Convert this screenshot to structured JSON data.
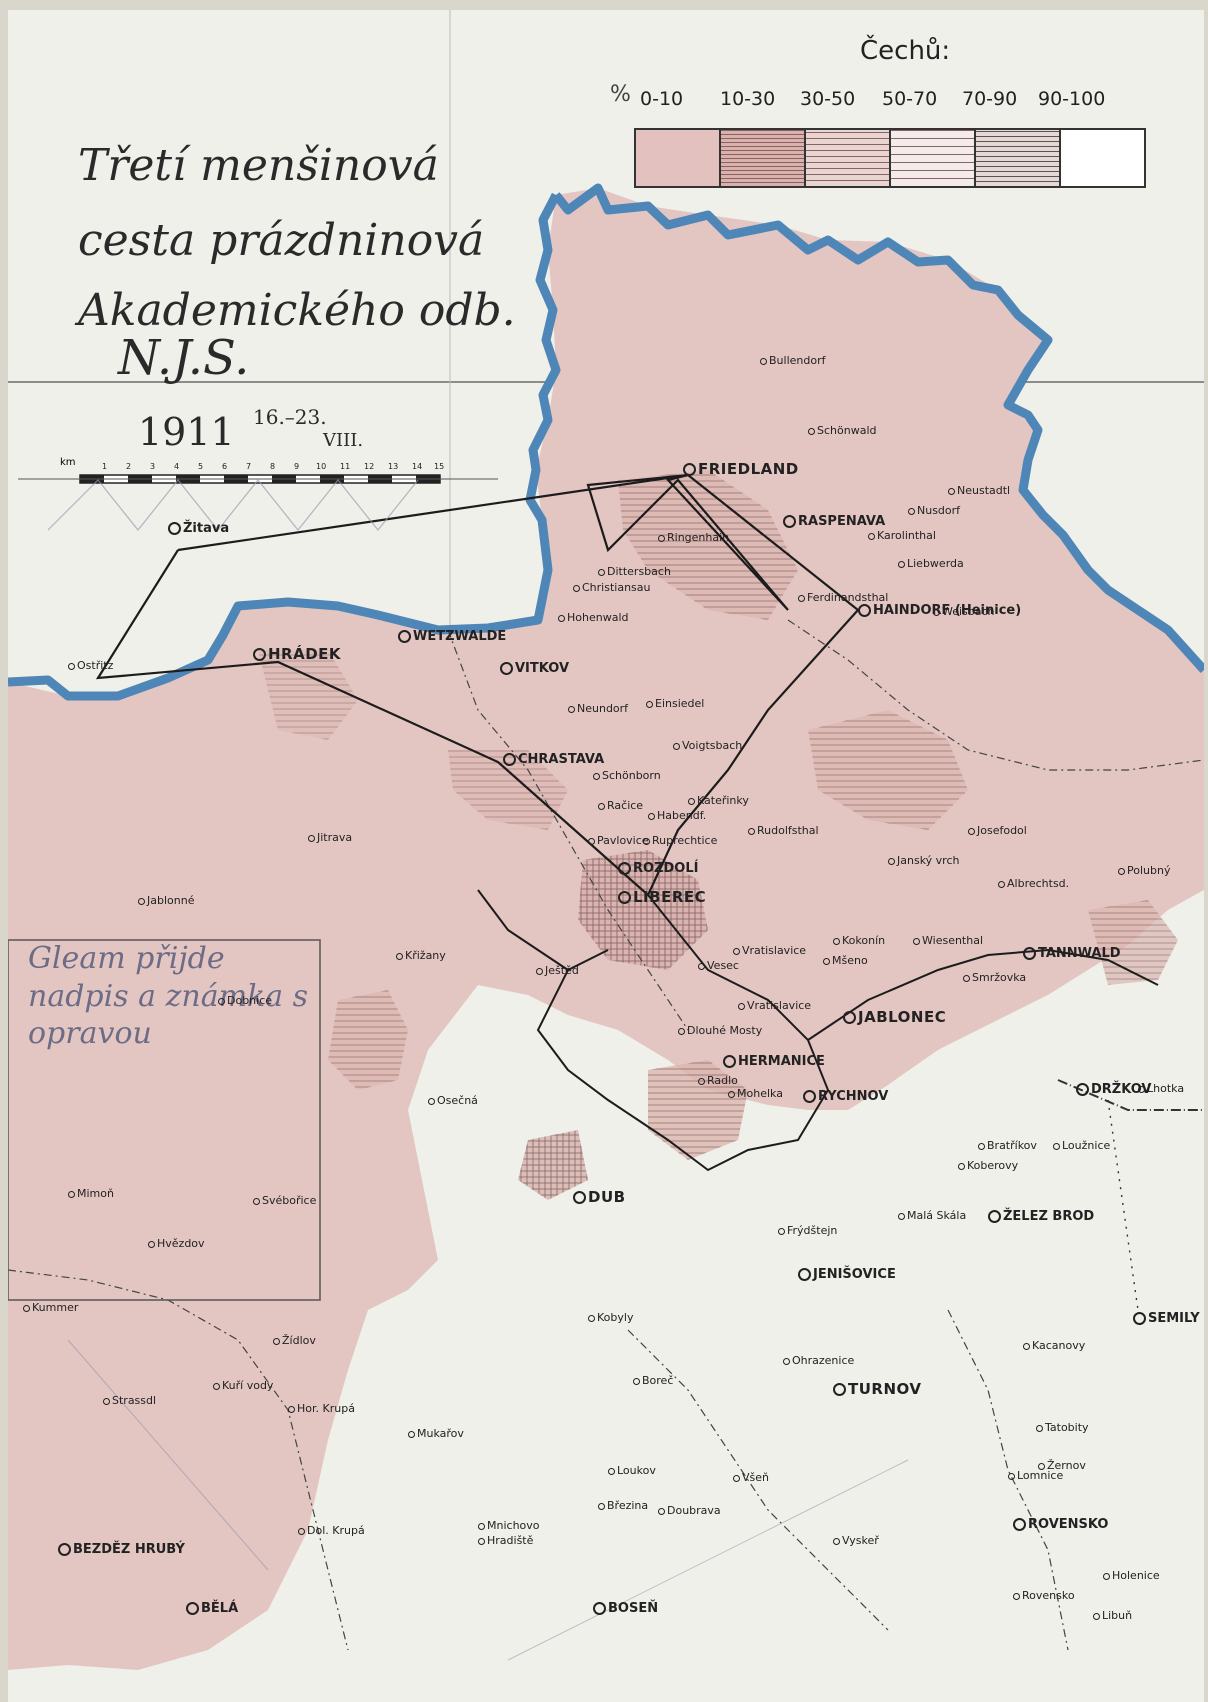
{
  "title": {
    "line1": "Třetí menšinová",
    "line2": "cesta prázdninová",
    "line3": "Akademického odb.",
    "line4": "N.J.S.",
    "year": "1911",
    "dates": "16.–23.",
    "month": "VIII."
  },
  "legend": {
    "title": "Čechů:",
    "percent_symbol": "%",
    "classes": [
      {
        "label": "0-10",
        "color": "#e2c1bf"
      },
      {
        "label": "10-30",
        "color": "#d9b2ae"
      },
      {
        "label": "30-50",
        "color": "#e8d4d0"
      },
      {
        "label": "50-70",
        "color": "#f0e6e2"
      },
      {
        "label": "70-90",
        "color": "#e6d8d4"
      },
      {
        "label": "90-100",
        "color": "#ffffff"
      }
    ]
  },
  "scale": {
    "unit": "km",
    "ticks": [
      "1",
      "2",
      "3",
      "4",
      "5",
      "6",
      "7",
      "8",
      "9",
      "10",
      "11",
      "12",
      "13",
      "14",
      "15"
    ]
  },
  "pencil_note": "Gleam přijde nadpis a známka s opravou",
  "places": {
    "frontier_cities": [
      "Žitava",
      "Ostřitz"
    ],
    "towns_major": [
      "FRIEDLAND",
      "RASPENAVA",
      "HAINDORF (Heinice)",
      "HRÁDEK",
      "WETZWALDE",
      "CHRASTAVA",
      "LIBEREC",
      "ROZDOLÍ",
      "JABLONEC",
      "TANNWALD",
      "RYCHNOV",
      "TURNOV",
      "SEMILY",
      "DRŽKOV",
      "JENIŠOVICE",
      "VITKOV",
      "ŽELEZ BROD",
      "BĚLÁ",
      "BEZDĚZ HRUBÝ",
      "ROVENSKO",
      "BOSEŇ",
      "DUB",
      "HERMANICE"
    ],
    "towns_minor": [
      "Bullendorf",
      "Schönwald",
      "Neustadtl",
      "Nusdorf",
      "Karolinthal",
      "Liebwerda",
      "Weisbach",
      "Ringenhain",
      "Dittersbach",
      "Christiansau",
      "Hohenwald",
      "Ferdinandsthal",
      "Einsiedel",
      "Voigtsbach",
      "Neundorf",
      "Schönborn",
      "Kateřinky",
      "Račice",
      "Habendf.",
      "Ruprechtice",
      "Pavlovice",
      "Rudolfsthal",
      "Janský vrch",
      "Josefodol",
      "Polubný",
      "Albrechtsd.",
      "Wiesenthal",
      "Smržovka",
      "Vratislavice",
      "Vesec",
      "Mšeno",
      "Kokonín",
      "Ještěd",
      "Dlouhé Mosty",
      "Jitrava",
      "Jablonné",
      "Křižany",
      "Vratislavice",
      "Frýdštejn",
      "Loukov",
      "Vyskeř",
      "Všeň",
      "Mimoň",
      "Osečná",
      "Dobnice",
      "Svébořice",
      "Hvězdov",
      "Kummer",
      "Žídlov",
      "Kuří vody",
      "Hor. Krupá",
      "Dol. Krupá",
      "Strassdl",
      "Mukařov",
      "Kobyly",
      "Ohrazenice",
      "Mohelka",
      "Radlo",
      "Lhotka",
      "Lomnice",
      "Bratříkov",
      "Loužnice",
      "Koberovy",
      "Tatobity",
      "Žernov",
      "Holenice",
      "Libuň",
      "Rovensko",
      "Doubrava",
      "Březina",
      "Hradiště",
      "Mnichovo",
      "Boreč",
      "Malá Skála",
      "Kacanovy"
    ]
  }
}
